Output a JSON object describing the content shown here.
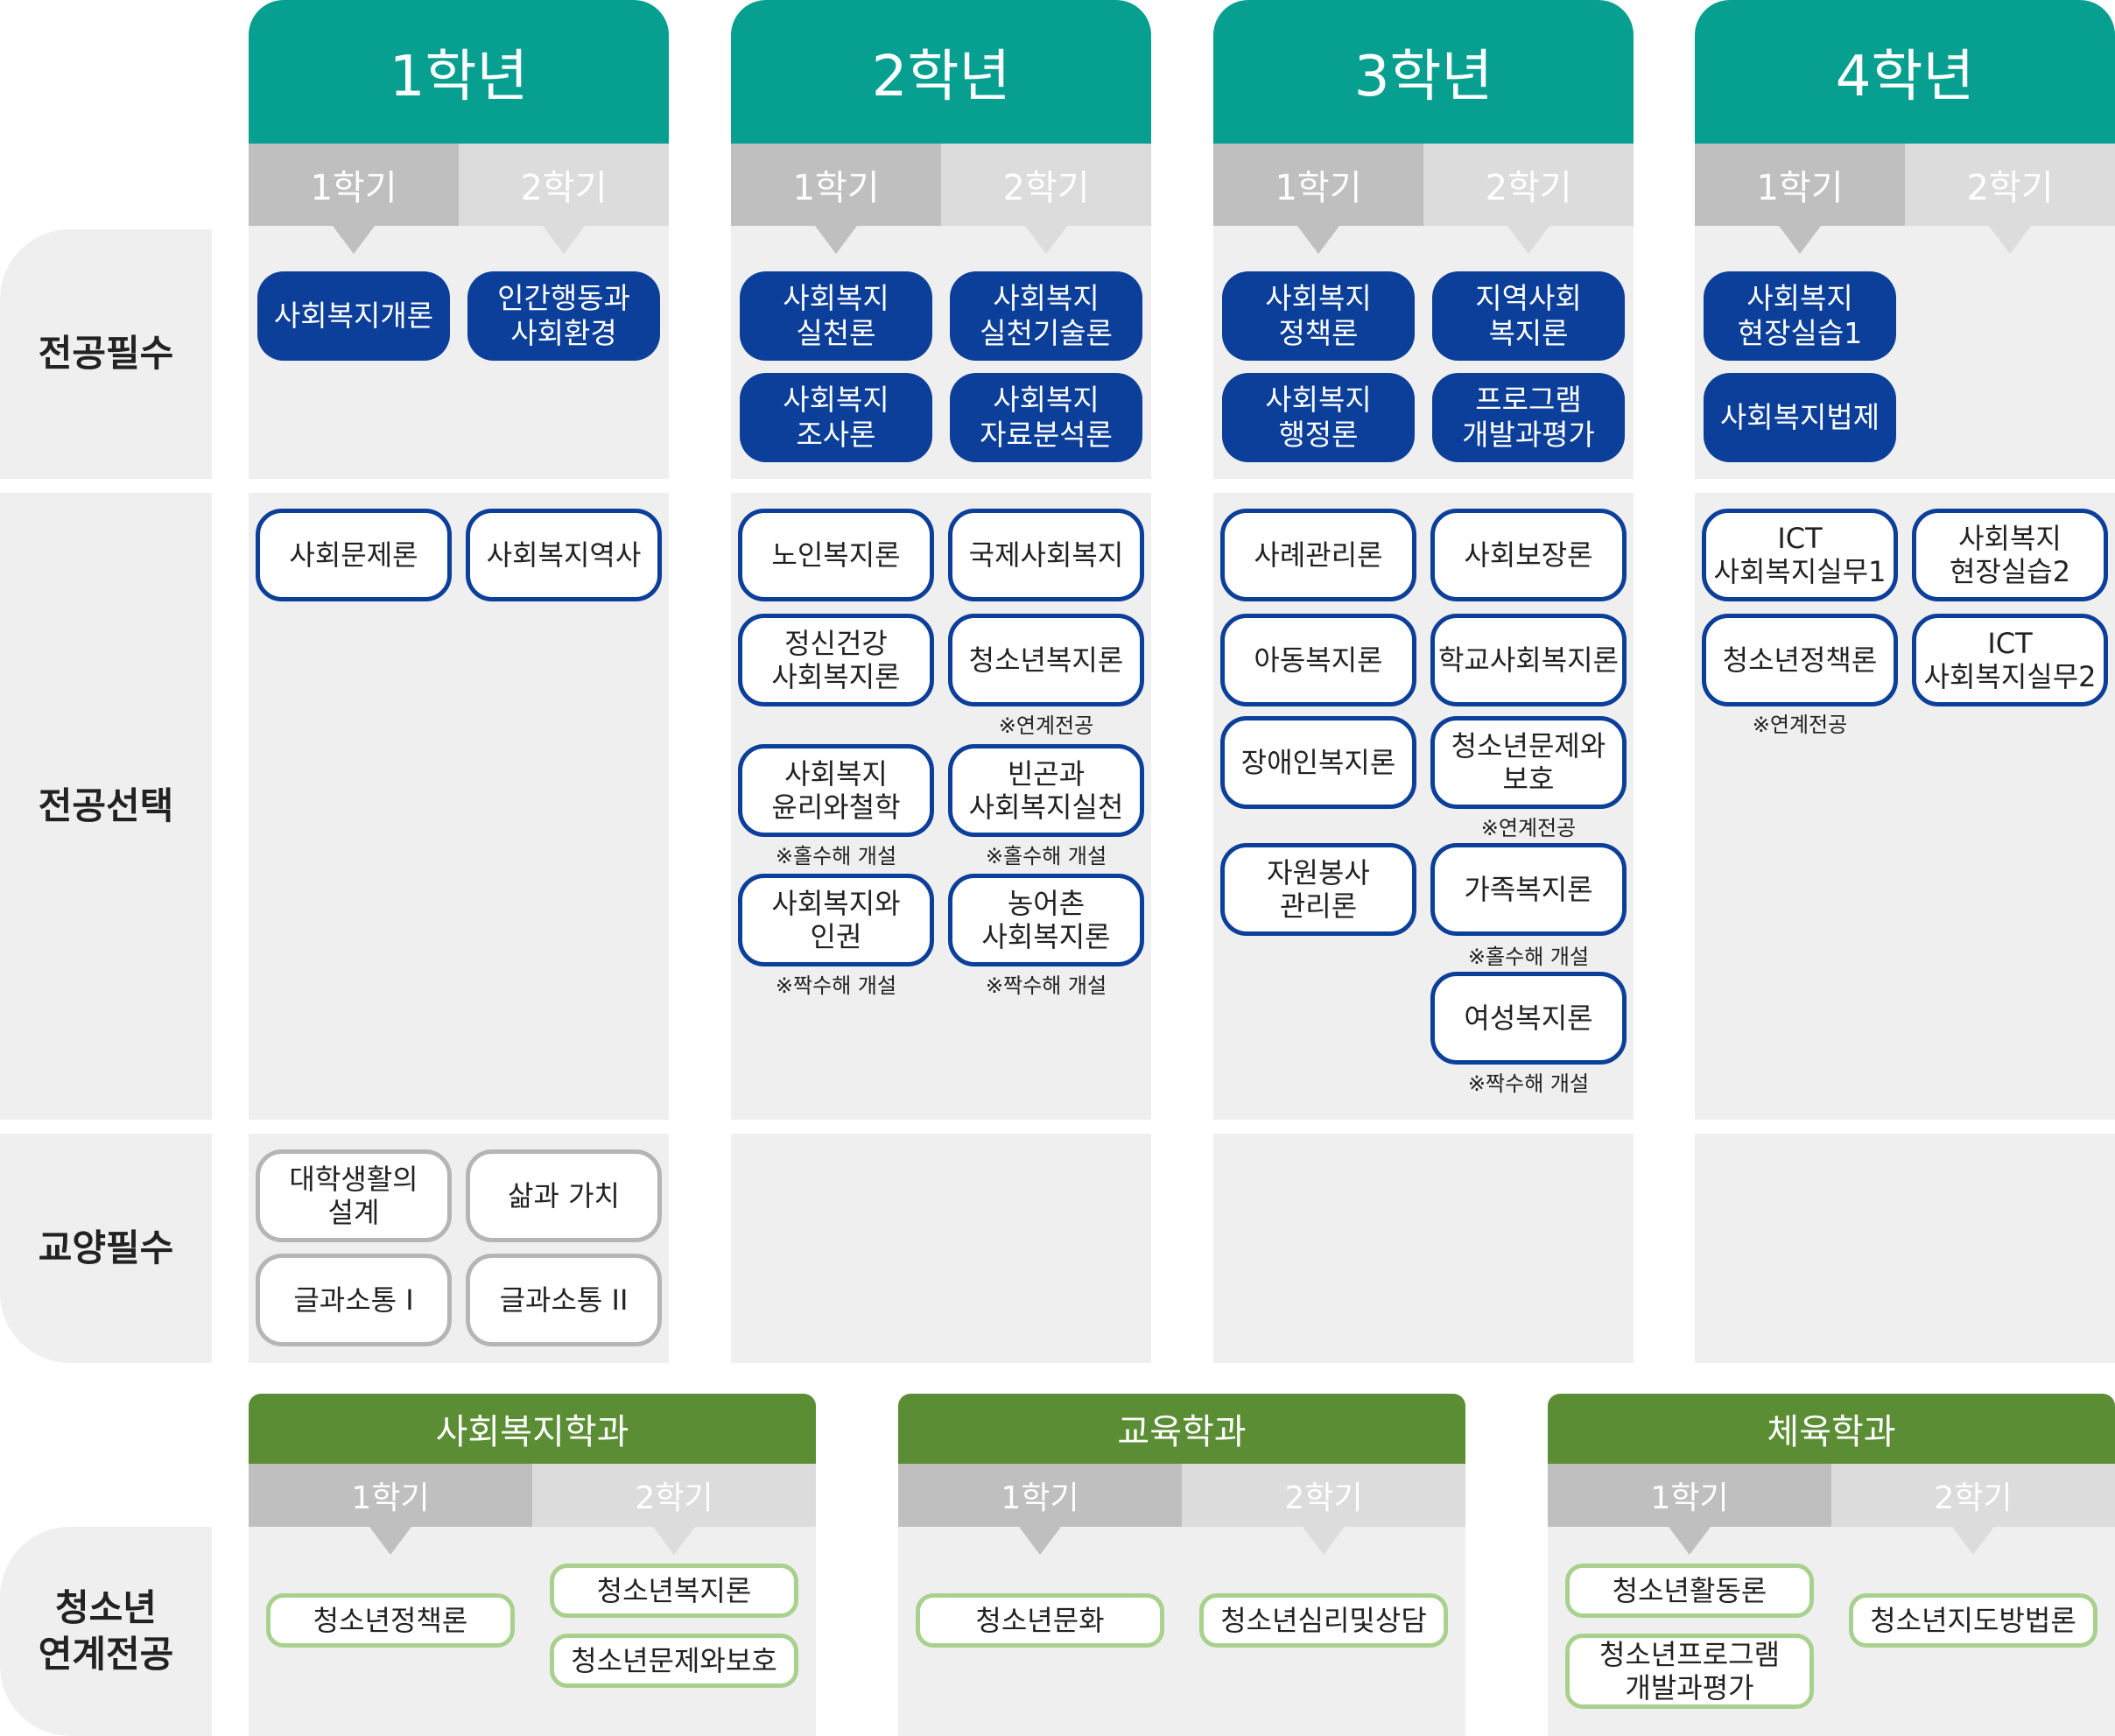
{
  "rows": {
    "major_required": "전공필수",
    "major_elective": "전공선택",
    "general_required": "교양필수",
    "youth_linked": "청소년\n연계전공"
  },
  "years": [
    "1학년",
    "2학년",
    "3학년",
    "4학년"
  ],
  "semesters": [
    "1학기",
    "2학기"
  ],
  "required": {
    "y1s1": [
      "사회복지개론"
    ],
    "y1s2": [
      "인간행동과\n사회환경"
    ],
    "y2s1": [
      "사회복지\n실천론",
      "사회복지\n조사론"
    ],
    "y2s2": [
      "사회복지\n실천기술론",
      "사회복지\n자료분석론"
    ],
    "y3s1": [
      "사회복지\n정책론",
      "사회복지\n행정론"
    ],
    "y3s2": [
      "지역사회\n복지론",
      "프로그램\n개발과평가"
    ],
    "y4s1": [
      "사회복지\n현장실습1",
      "사회복지법제"
    ]
  },
  "elective": {
    "y1s1": [
      "사회문제론"
    ],
    "y1s2": [
      "사회복지역사"
    ],
    "y2s1": [
      "노인복지론",
      "정신건강\n사회복지론",
      "사회복지\n윤리와철학",
      "사회복지와\n인권"
    ],
    "y2s2": [
      "국제사회복지",
      "청소년복지론",
      "빈곤과\n사회복지실천",
      "농어촌\n사회복지론"
    ],
    "y3s1": [
      "사례관리론",
      "아동복지론",
      "장애인복지론",
      "자원봉사\n관리론"
    ],
    "y3s2": [
      "사회보장론",
      "학교사회복지론",
      "청소년문제와\n보호",
      "가족복지론",
      "여성복지론"
    ],
    "y4s1": [
      "ICT\n사회복지실무1",
      "청소년정책론"
    ],
    "y4s2": [
      "사회복지\n현장실습2",
      "ICT\n사회복지실무2"
    ]
  },
  "notes": {
    "linked": "※연계전공",
    "odd_year": "※홀수해 개설",
    "even_year": "※짝수해 개설"
  },
  "general": [
    "대학생활의\n설계",
    "삶과 가치",
    "글과소통 I",
    "글과소통 II"
  ],
  "departments": [
    {
      "name": "사회복지학과",
      "s1": [
        "청소년정책론"
      ],
      "s2": [
        "청소년복지론",
        "청소년문제와보호"
      ]
    },
    {
      "name": "교육학과",
      "s1": [
        "청소년문화"
      ],
      "s2": [
        "청소년심리및상담"
      ]
    },
    {
      "name": "체육학과",
      "s1": [
        "청소년활동론",
        "청소년프로그램\n개발과평가"
      ],
      "s2": [
        "청소년지도방법론"
      ]
    }
  ],
  "colors": {
    "year_header": "#07a090",
    "dept_header": "#5b8d34",
    "required_fill": "#0b3f9a",
    "elective_border": "#0b3f9a",
    "general_border": "#b5b5b5",
    "linked_border": "#a9d18e",
    "panel": "#efefef"
  }
}
